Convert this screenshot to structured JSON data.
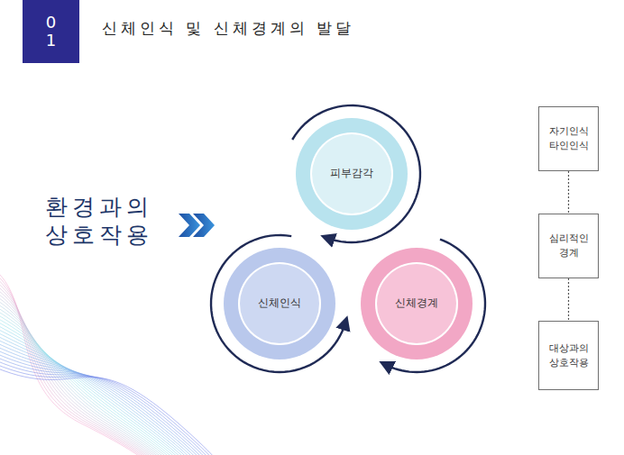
{
  "diagram": {
    "title": "신체인식 및 신체경계의 발달",
    "nodes": [
      {
        "text": [
          "01"
        ]
      },
      {
        "text": [
          "피부감각"
        ]
      },
      {
        "text": [
          "신체인식"
        ]
      },
      {
        "text": [
          "신체경계"
        ]
      },
      {
        "text": [
          "자기인식 타인인식"
        ]
      },
      {
        "text": [
          "심리적인 경계"
        ]
      },
      {
        "text": [
          "대상과의 상호작용"
        ]
      }
    ],
    "edges": [
      {
        "from": 4,
        "to": 5,
        "arrow": "none"
      },
      {
        "from": 5,
        "to": 6,
        "arrow": "none"
      }
    ],
    "labels": [
      "환경과의 상호작용"
    ]
  }
}
